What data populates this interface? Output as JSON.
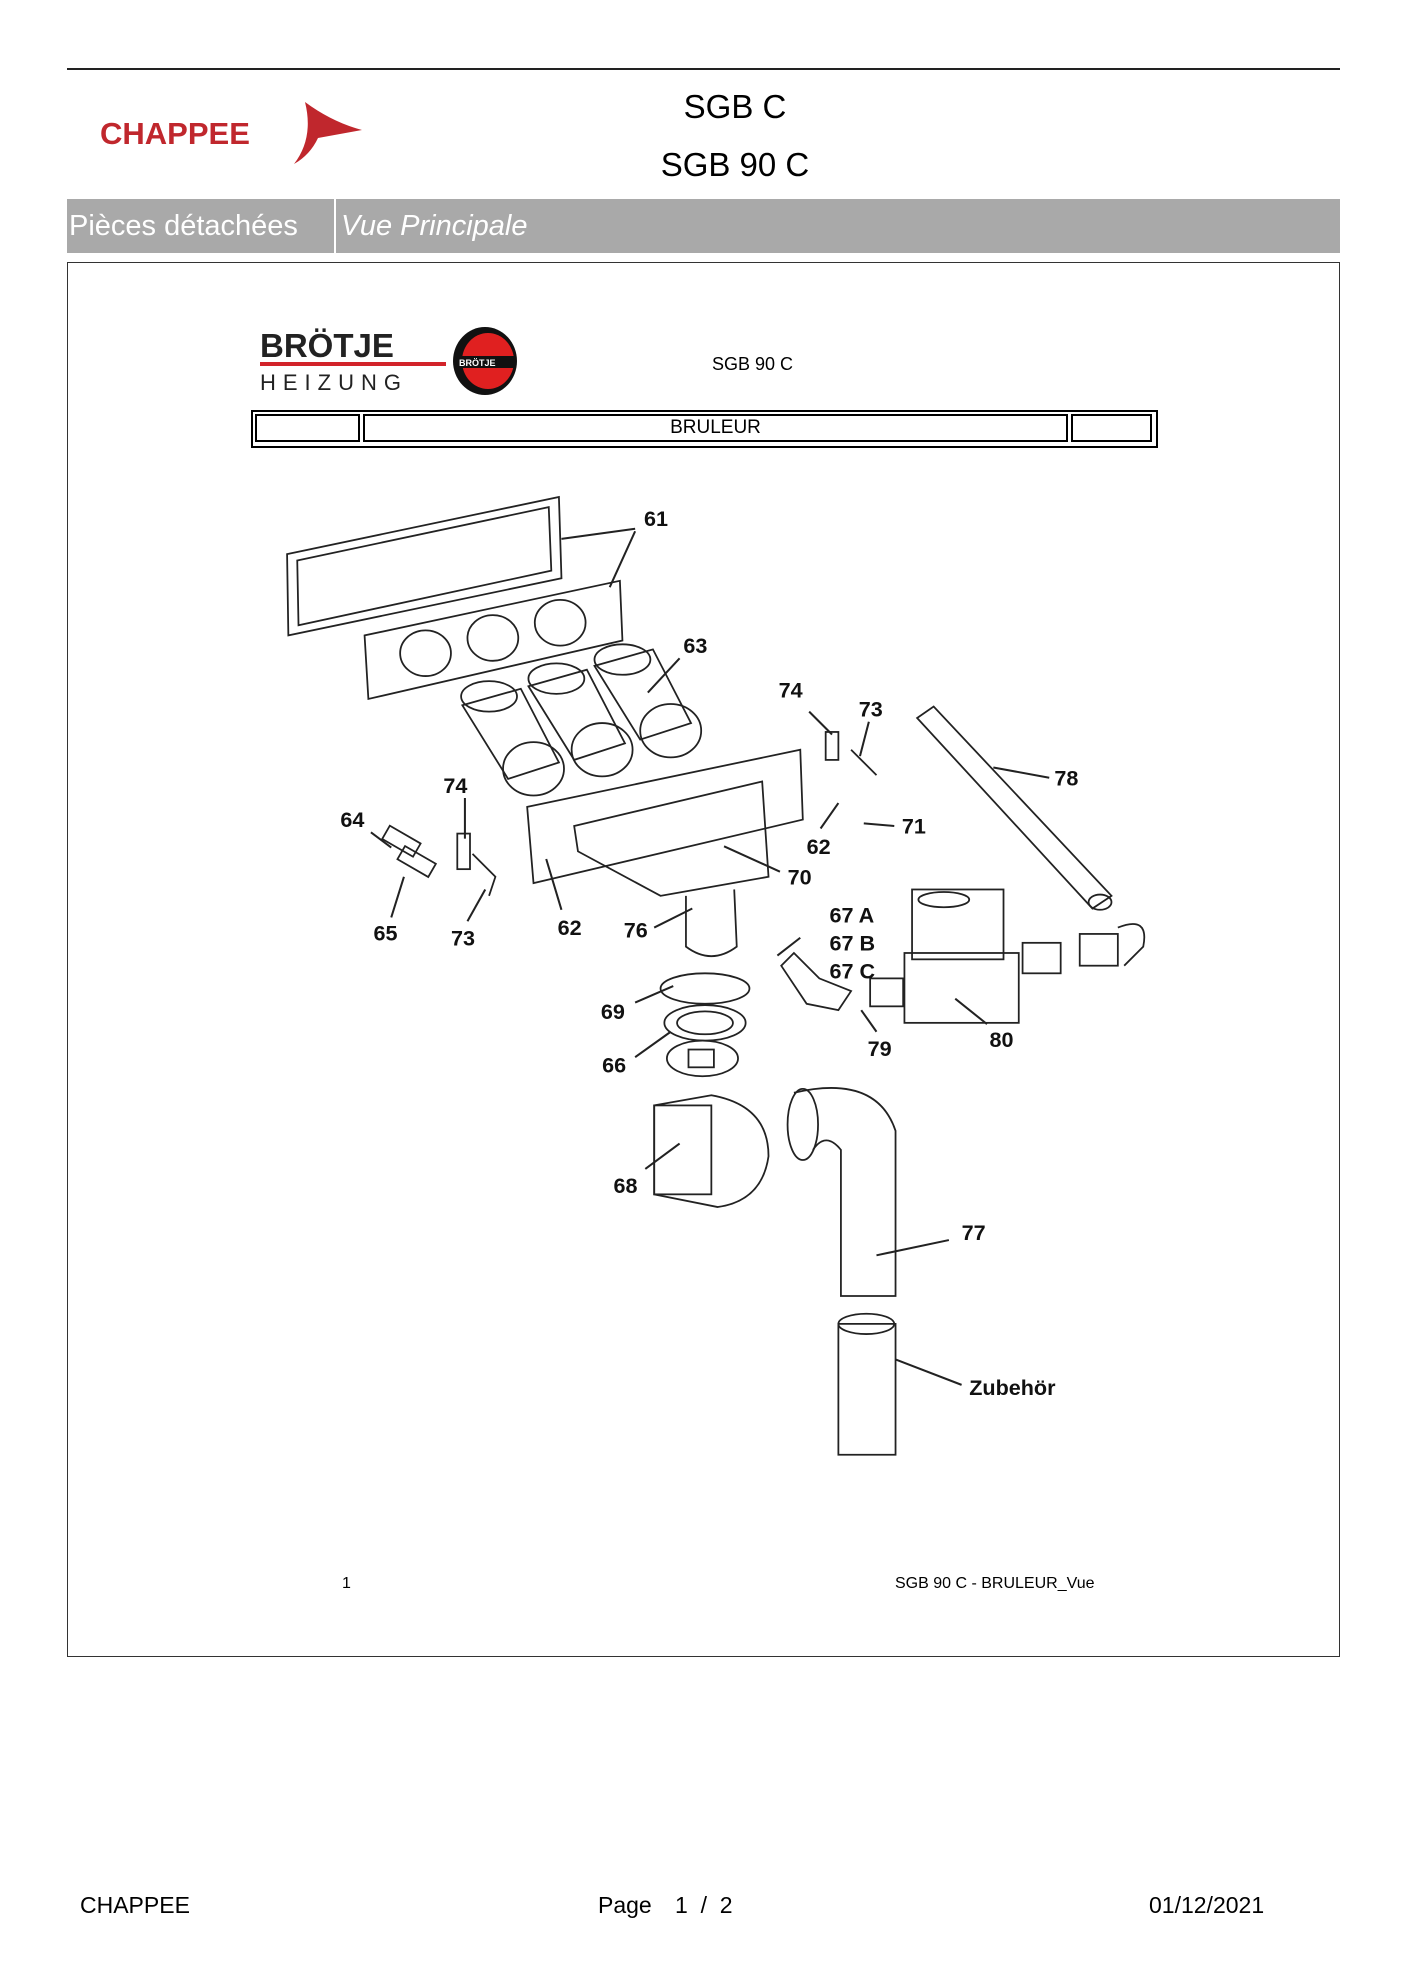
{
  "header": {
    "brand": "CHAPPEE",
    "title_line1": "SGB C",
    "title_line2": "SGB 90 C",
    "section_label": "Pièces détachées",
    "view_label": "Vue Principale"
  },
  "sheet": {
    "logo_text_top": "BRÖTJE",
    "logo_text_bottom": "HEIZUNG",
    "logo_badge": "BRÖTJE",
    "model": "SGB  90 C",
    "table_title": "BRULEUR",
    "page_number": "1",
    "view_name": "SGB  90 C - BRULEUR_Vue"
  },
  "callouts": [
    "61",
    "63",
    "74",
    "73",
    "78",
    "74",
    "64",
    "71",
    "62",
    "70",
    "65",
    "73",
    "62",
    "76",
    "67 A",
    "67 B",
    "67 C",
    "69",
    "80",
    "79",
    "66",
    "68",
    "77",
    "Zubehör"
  ],
  "footer": {
    "company": "CHAPPEE",
    "page_label": "Page",
    "page": "1  /  2",
    "date": "01/12/2021"
  },
  "colors": {
    "brand_red": "#c0272d",
    "bar_gray": "#a9a9a9"
  }
}
